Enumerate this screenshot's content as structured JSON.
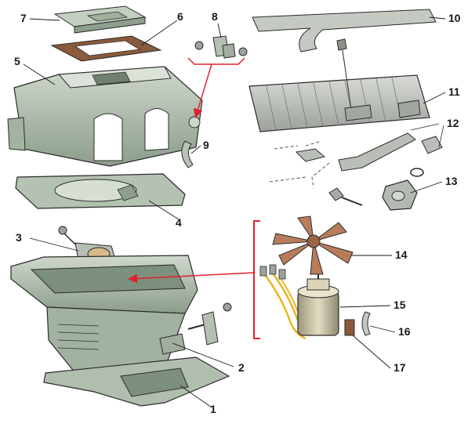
{
  "callouts": {
    "c1": "1",
    "c2": "2",
    "c3": "3",
    "c4": "4",
    "c5": "5",
    "c6": "6",
    "c7": "7",
    "c8": "8",
    "c9": "9",
    "c10": "10",
    "c11": "11",
    "c12": "12",
    "c13": "13",
    "c14": "14",
    "c15": "15",
    "c16": "16",
    "c17": "17"
  },
  "colors": {
    "housing": "#a9b8a8",
    "housing_dark": "#7d8f7d",
    "housing_light": "#c9d4c7",
    "gasket": "#8a5a3c",
    "radiator": "#b9bdb8",
    "fan": "#b87c5a",
    "motor": "#c8c2a8",
    "arrow": "#e0222e",
    "wire_yellow": "#e7b81f",
    "outline": "#2b2b2b"
  }
}
